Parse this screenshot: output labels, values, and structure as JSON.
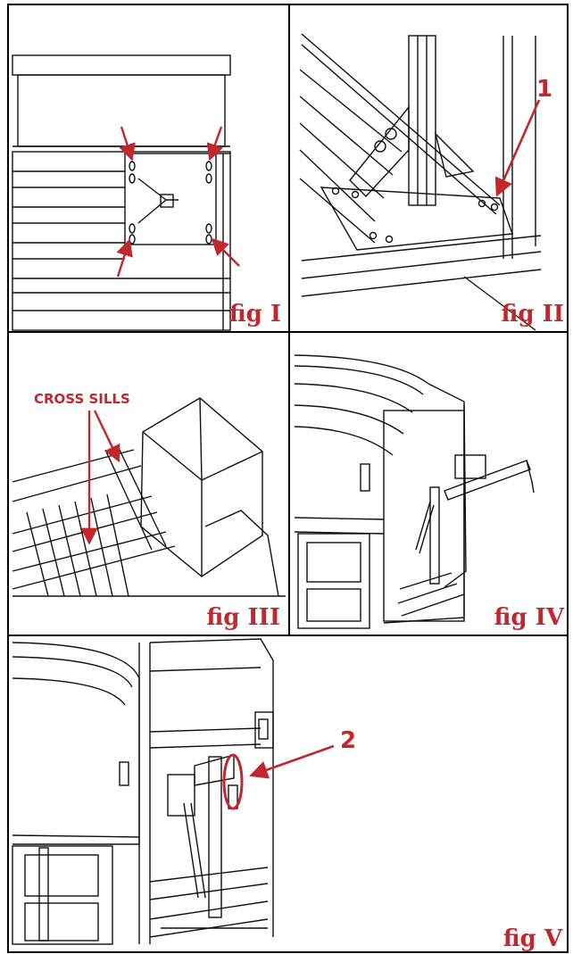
{
  "colors": {
    "accent": "#c1272d",
    "line": "#111111",
    "frame": "#000000"
  },
  "figures": [
    {
      "id": "fig1",
      "label": "fig I"
    },
    {
      "id": "fig2",
      "label": "fig II",
      "callout": "1"
    },
    {
      "id": "fig3",
      "label": "fig III",
      "note": "CROSS SILLS"
    },
    {
      "id": "fig4",
      "label": "fig IV"
    },
    {
      "id": "fig5",
      "label": "fig V",
      "callout": "2"
    }
  ]
}
